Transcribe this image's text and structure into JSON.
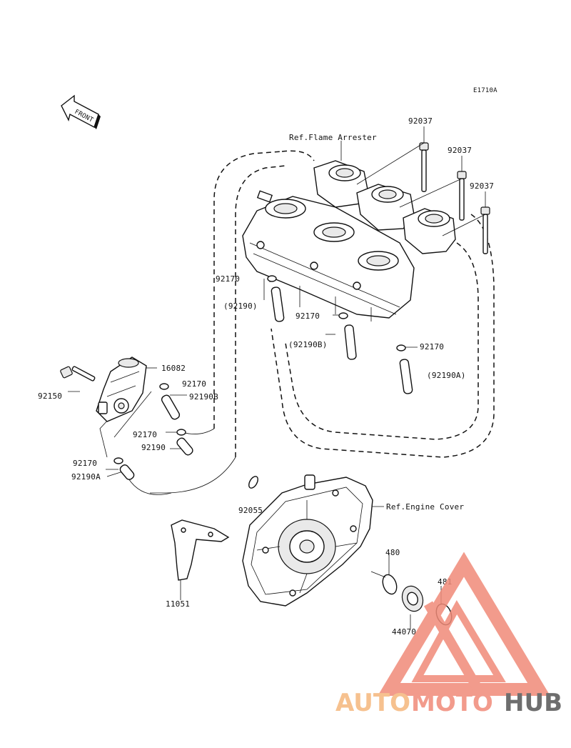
{
  "diagram_code": "E1710A",
  "front_label": "FRONT",
  "refs": {
    "flame_arrester": "Ref.Flame Arrester",
    "engine_cover": "Ref.Engine Cover"
  },
  "parts": {
    "p92037_a": "92037",
    "p92037_b": "92037",
    "p92037_c": "92037",
    "p92170_a": "92170",
    "p92190_a": "(92190)",
    "p92170_b": "92170",
    "p92190b_a": "(92190B)",
    "p92170_c": "92170",
    "p92190a_a": "(92190A)",
    "p16082": "16082",
    "p92150": "92150",
    "p92170_d": "92170",
    "p92190b_b": "92190B",
    "p92170_e": "92170",
    "p92190": "92190",
    "p92170_f": "92170",
    "p92190a_b": "92190A",
    "p92055": "92055",
    "p11051": "11051",
    "p480": "480",
    "p481": "481",
    "p44070": "44070"
  },
  "watermark": {
    "brand_auto": "AUTO",
    "brand_moto": "MOTO",
    "brand_hub": "HUB",
    "colors": {
      "primary": "#f08a78",
      "secondary": "#f5b77c",
      "dark": "#555555"
    }
  }
}
